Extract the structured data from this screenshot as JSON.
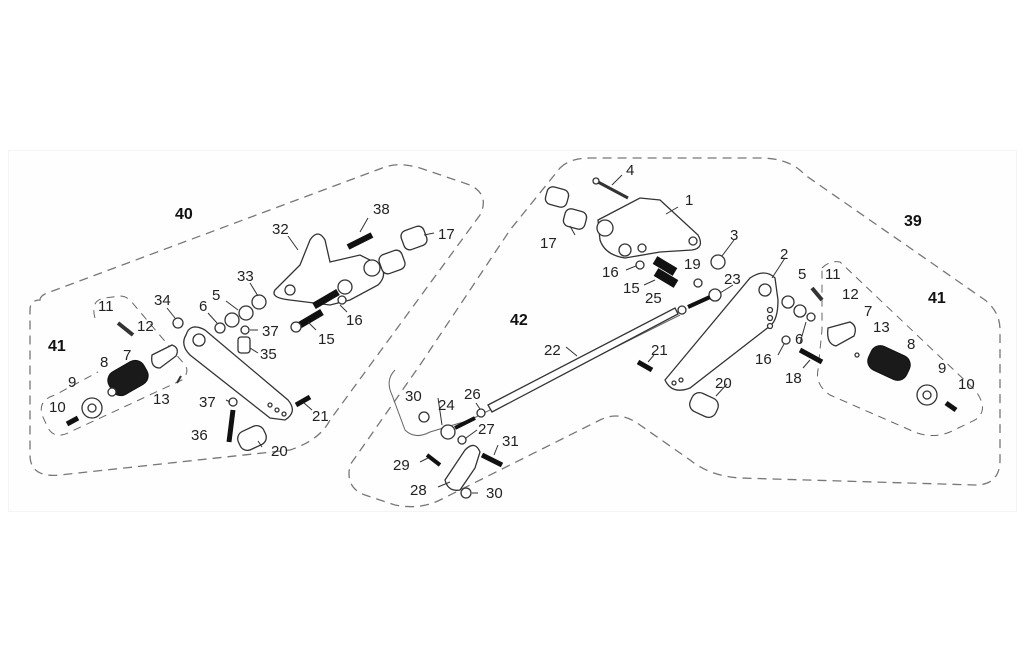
{
  "diagram": {
    "type": "exploded-parts-view",
    "group_labels": {
      "left_assembly": "40",
      "right_assembly": "39",
      "left_footpeg": "41",
      "right_footpeg": "41",
      "linkage": "42"
    },
    "left_parts": {
      "p38": "38",
      "p17": "17",
      "p32": "32",
      "p33": "33",
      "p5": "5",
      "p6": "6",
      "p34": "34",
      "p11": "11",
      "p12": "12",
      "p37a": "37",
      "p16": "16",
      "p15": "15",
      "p35": "35",
      "p7": "7",
      "p8": "8",
      "p9": "9",
      "p13": "13",
      "p10": "10",
      "p37b": "37",
      "p21": "21",
      "p36": "36",
      "p20": "20"
    },
    "right_parts": {
      "p4": "4",
      "p1": "1",
      "p17": "17",
      "p3": "3",
      "p16a": "16",
      "p19": "19",
      "p23": "23",
      "p15": "15",
      "p25": "25",
      "p2": "2",
      "p5": "5",
      "p11": "11",
      "p12": "12",
      "p7": "7",
      "p13": "13",
      "p6": "6",
      "p16b": "16",
      "p18": "18",
      "p8": "8",
      "p9": "9",
      "p10": "10",
      "p20": "20",
      "p21": "21"
    },
    "linkage_parts": {
      "p22": "22",
      "p30a": "30",
      "p24": "24",
      "p26": "26",
      "p27": "27",
      "p31": "31",
      "p29": "29",
      "p28": "28",
      "p30b": "30"
    }
  }
}
